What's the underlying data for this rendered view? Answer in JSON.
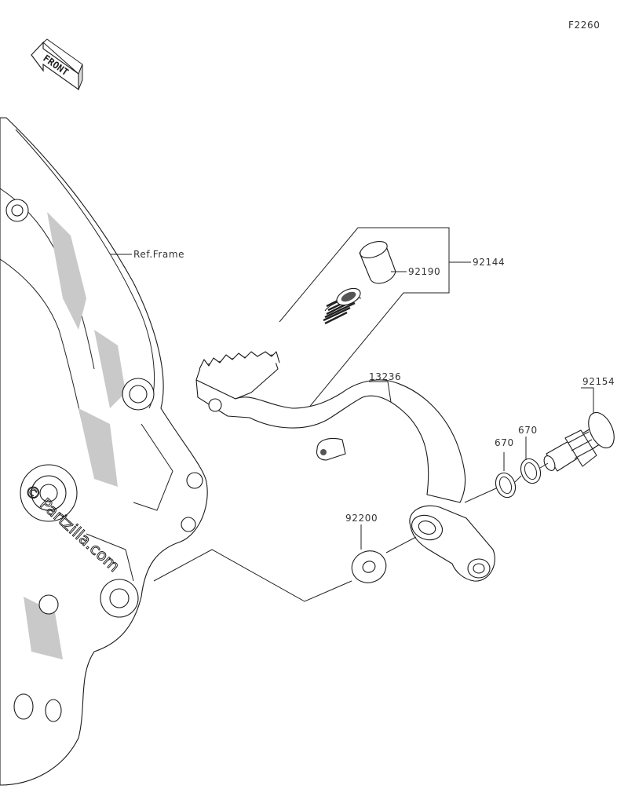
{
  "figure_code": "F2260",
  "front_indicator": "FRONT",
  "reference_label": "Ref.Frame",
  "watermark": "© Partzilla.com",
  "callouts": [
    {
      "id": "92144",
      "text": "92144"
    },
    {
      "id": "92190",
      "text": "92190"
    },
    {
      "id": "13236",
      "text": "13236"
    },
    {
      "id": "92154",
      "text": "92154"
    },
    {
      "id": "670a",
      "text": "670"
    },
    {
      "id": "670b",
      "text": "670"
    },
    {
      "id": "92200",
      "text": "92200"
    }
  ]
}
